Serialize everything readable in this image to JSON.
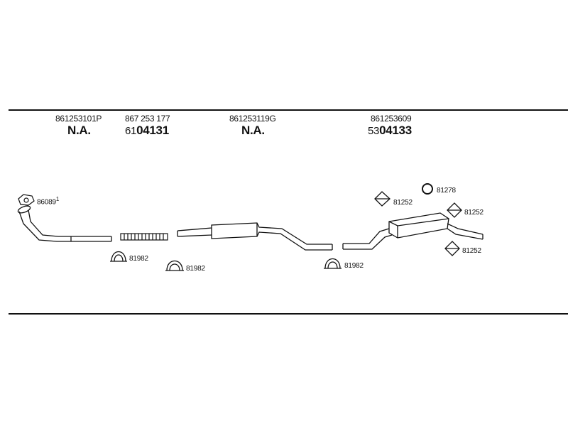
{
  "parts": [
    {
      "part_number": "861253101P",
      "code": "N.A.",
      "prefix": ""
    },
    {
      "part_number": "867 253 177",
      "code": "04131",
      "prefix": "61"
    },
    {
      "part_number": "861253119G",
      "code": "N.A.",
      "prefix": ""
    },
    {
      "part_number": "861253609",
      "code": "04133",
      "prefix": "53"
    }
  ],
  "callouts": {
    "gasket": "86089",
    "gasket_note": "1",
    "clamp_a": "81982",
    "clamp_b": "81982",
    "clamp_c": "81982",
    "hanger_top": "81252",
    "ring": "81278",
    "hanger_mid": "81252",
    "hanger_bottom": "81252"
  }
}
